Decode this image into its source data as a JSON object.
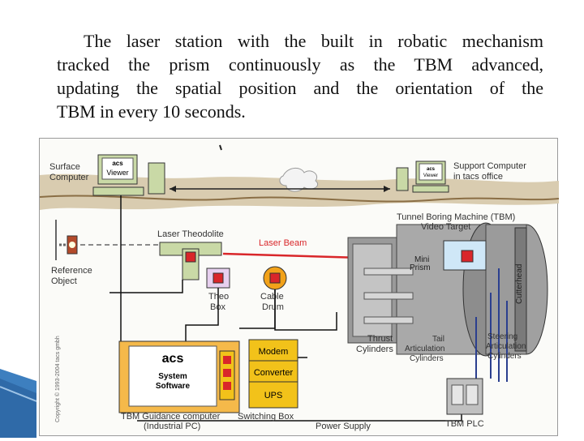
{
  "caption": {
    "lines": [
      "The laser station with the built in robatic mechanism",
      "tracked the prism continuously as the TBM advanced,",
      "updating the spatial position and the orientation of the",
      "TBM in every 10 seconds."
    ]
  },
  "diagram": {
    "labels": {
      "surface_computer_1": "Surface",
      "surface_computer_2": "Computer",
      "acs_viewer_1": "acs",
      "acs_viewer_2": "Viewer",
      "support_computer_1": "Support Computer",
      "support_computer_2": "in tacs office",
      "support_viewer_1": "acs",
      "support_viewer_2": "Viewer",
      "tbm_title": "Tunnel Boring Machine (TBM)",
      "video_target": "Video Target",
      "laser_theodolite": "Laser Theodolite",
      "laser_beam": "Laser Beam",
      "reference_object_1": "Reference",
      "reference_object_2": "Object",
      "mini_prism_1": "Mini",
      "mini_prism_2": "Prism",
      "cutterhead": "Cutterhead",
      "theo_box_1": "Theo",
      "theo_box_2": "Box",
      "cable_drum_1": "Cable",
      "cable_drum_2": "Drum",
      "thrust_cyl_1": "Thrust",
      "thrust_cyl_2": "Cylinders",
      "tail_art_1": "Tail",
      "tail_art_2": "Articulation",
      "tail_art_3": "Cylinders",
      "steering_1": "Steering",
      "steering_2": "Articulation",
      "steering_3": "Cylinders",
      "acs_logo": "acs",
      "system_software_1": "System",
      "system_software_2": "Software",
      "modem": "Modem",
      "converter": "Converter",
      "ups": "UPS",
      "guidance_pc_1": "TBM Guidance computer",
      "guidance_pc_2": "(Industrial PC)",
      "switching_box": "Switching Box",
      "power_supply": "Power Supply",
      "tbm_plc": "TBM PLC",
      "copyright": "Copyright © 1993-2004 tacs gmbh"
    },
    "colors": {
      "ground": "#c8b89a",
      "computer": "#c9d9a6",
      "laser": "#d9262a",
      "wire": "#2b3f8f",
      "panel_yellow": "#f2c21a",
      "pc_orange": "#f5b94a",
      "tbm_grey": "#8d8d8d"
    }
  }
}
